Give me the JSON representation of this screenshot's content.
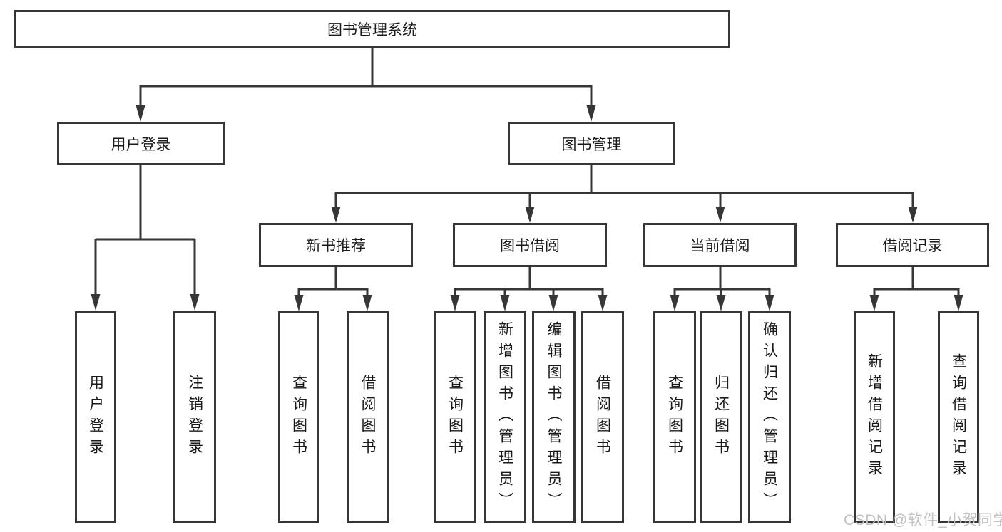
{
  "tree": {
    "label": "图书管理系统",
    "children": [
      {
        "label": "用户登录",
        "children": [
          {
            "label": "用户登录"
          },
          {
            "label": "注销登录"
          }
        ]
      },
      {
        "label": "图书管理",
        "children": [
          {
            "label": "新书推荐",
            "children": [
              {
                "label": "查询图书"
              },
              {
                "label": "借阅图书"
              }
            ]
          },
          {
            "label": "图书借阅",
            "children": [
              {
                "label": "查询图书"
              },
              {
                "label": "新增图书（管理员）"
              },
              {
                "label": "编辑图书（管理员）"
              },
              {
                "label": "借阅图书"
              }
            ]
          },
          {
            "label": "当前借阅",
            "children": [
              {
                "label": "查询图书"
              },
              {
                "label": "归还图书"
              },
              {
                "label": "确认归还（管理员）"
              }
            ]
          },
          {
            "label": "借阅记录",
            "children": [
              {
                "label": "新增借阅记录"
              },
              {
                "label": "查询借阅记录"
              }
            ]
          }
        ]
      }
    ]
  },
  "watermark": {
    "text": "CSDN @软件_小贺同学"
  },
  "colors": {
    "line": "#363636",
    "box_border": "#363636",
    "text": "#1a1a1a",
    "watermark": "#c2c2c2",
    "background": "#ffffff"
  }
}
